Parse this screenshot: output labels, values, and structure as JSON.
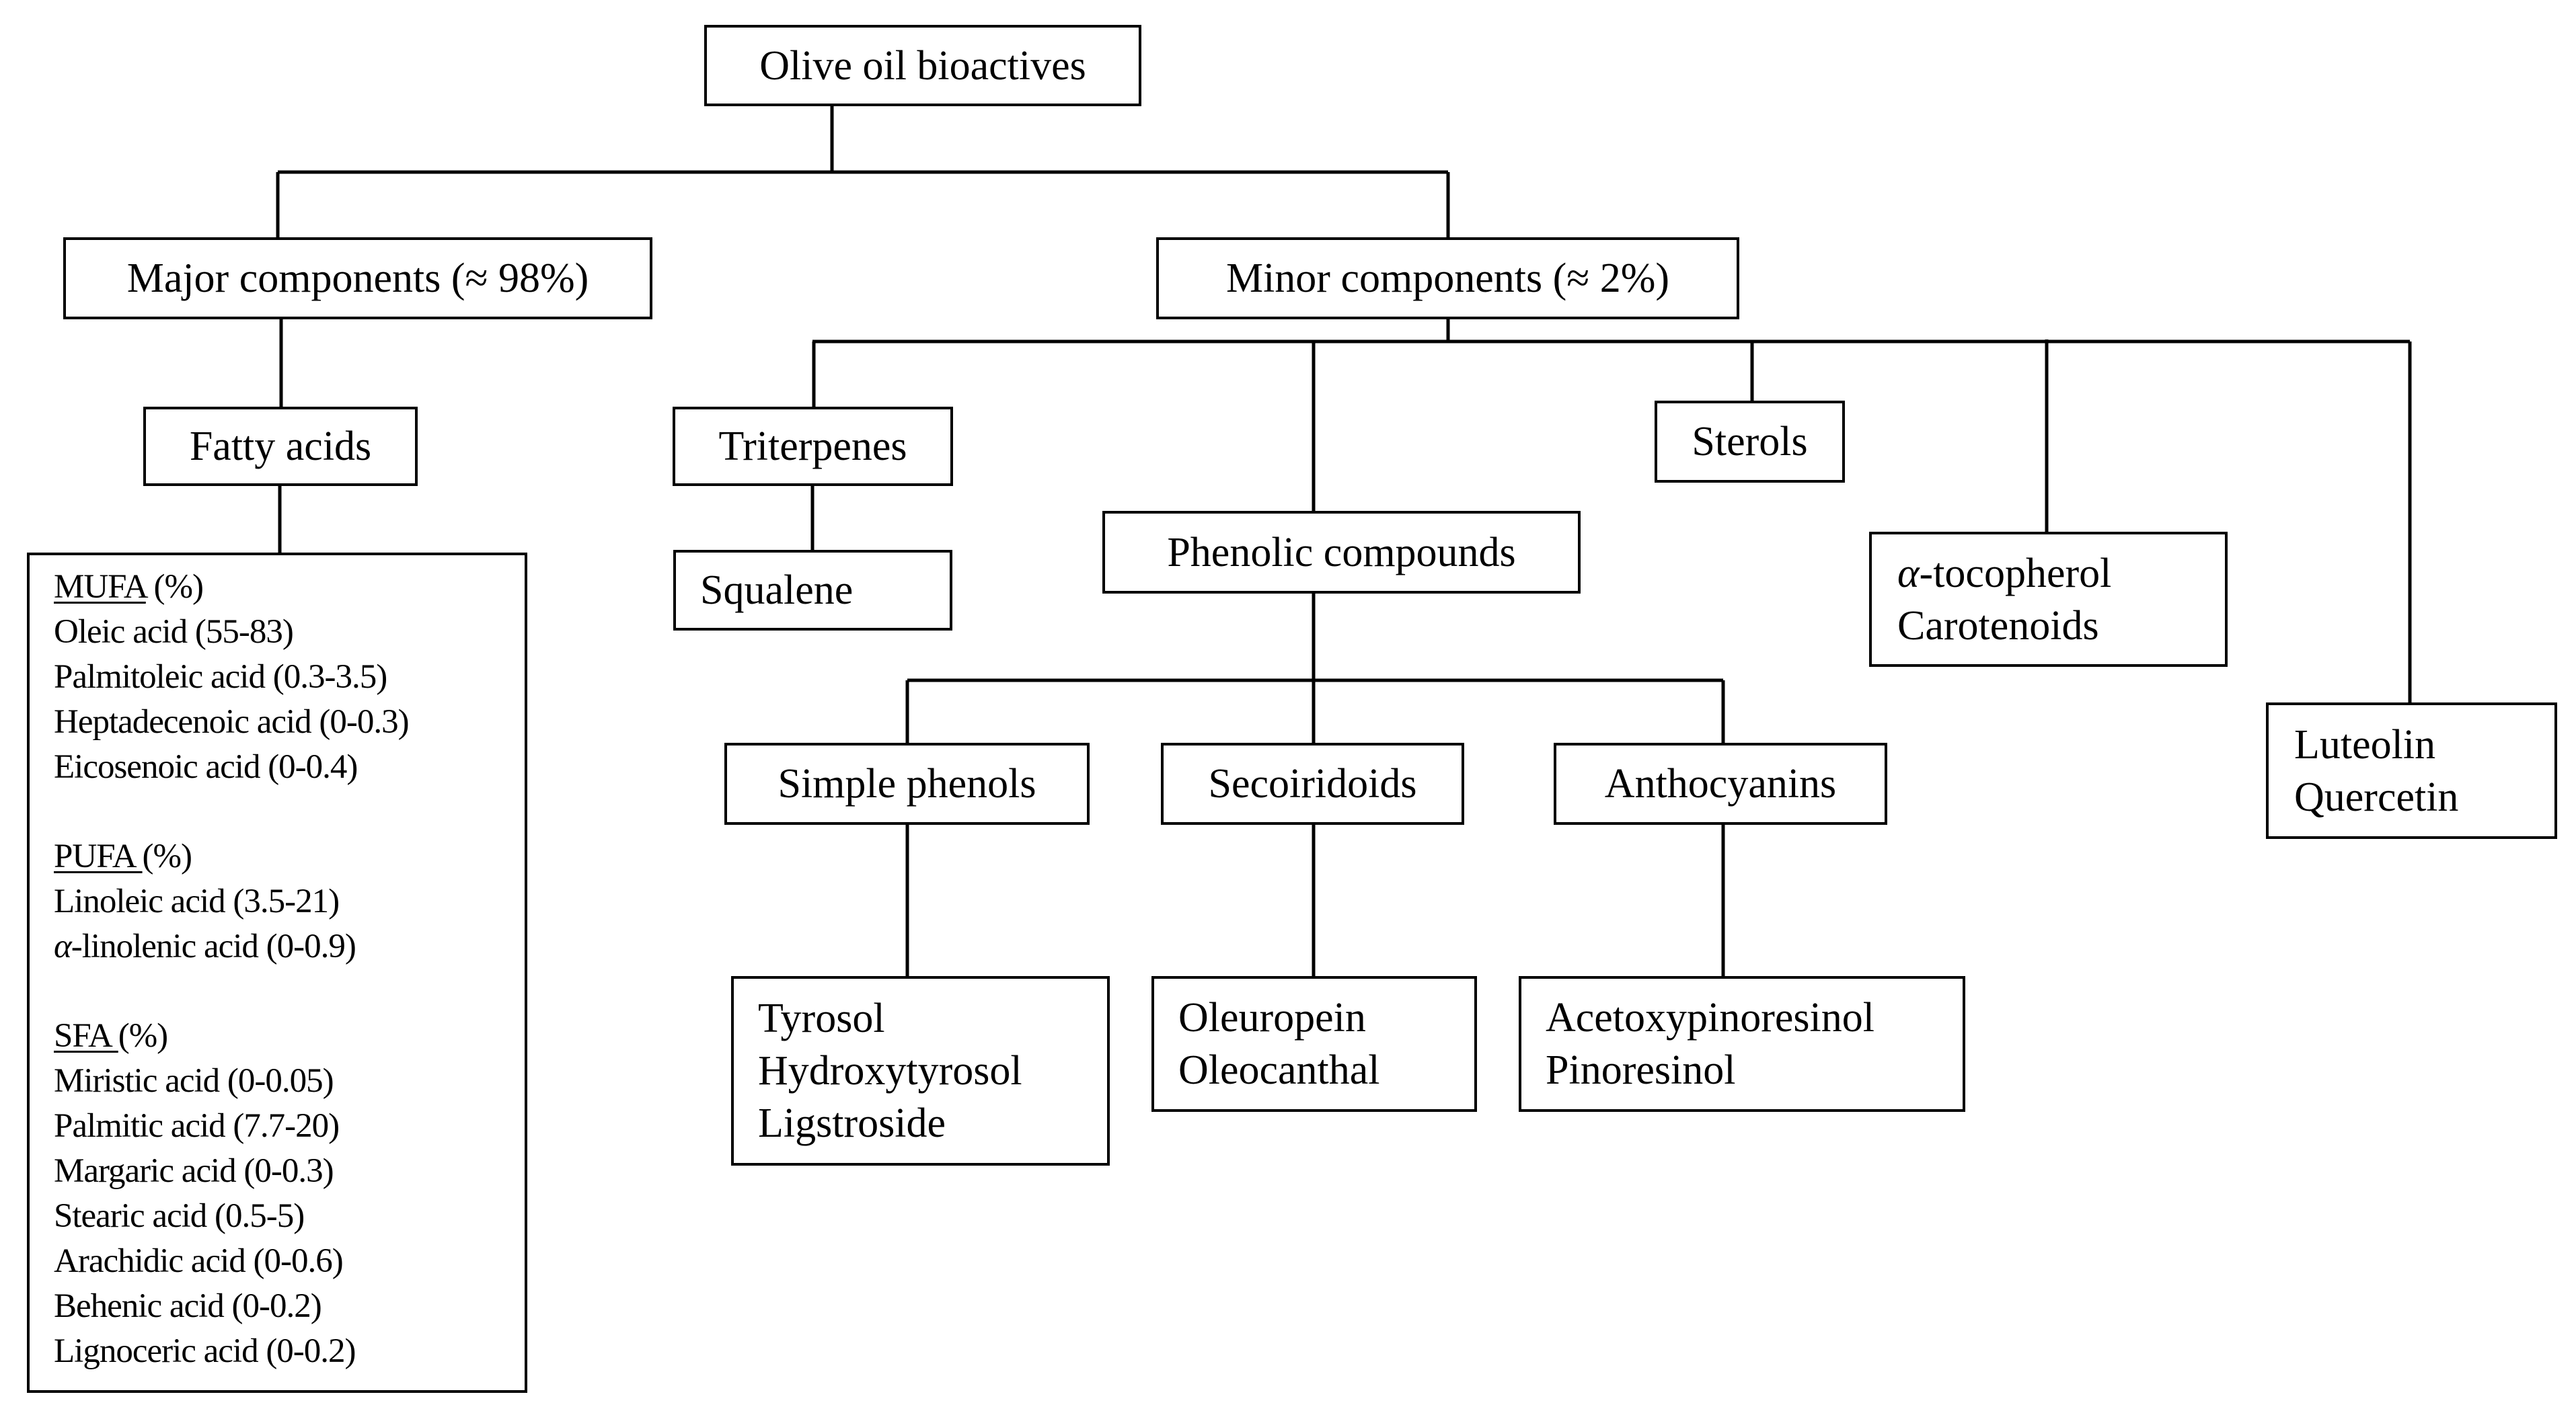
{
  "root": {
    "label": "Olive oil bioactives"
  },
  "major": {
    "label": "Major components (≈ 98%)",
    "fatty_acids": {
      "label": "Fatty acids",
      "mufa": {
        "heading": "MUFA",
        "unit": " (%)",
        "items": [
          "Oleic acid (55-83)",
          "Palmitoleic acid (0.3-3.5)",
          "Heptadecenoic acid (0-0.3)",
          "Eicosenoic acid (0-0.4)"
        ]
      },
      "pufa": {
        "heading": "PUFA ",
        "unit": "(%)",
        "items": [
          "Linoleic acid (3.5-21)"
        ],
        "alpha_item": {
          "symbol": "α",
          "text": "-linolenic acid (0-0.9)"
        }
      },
      "sfa": {
        "heading": "SFA ",
        "unit": "(%)",
        "items": [
          "Miristic acid (0-0.05)",
          "Palmitic acid (7.7-20)",
          "Margaric acid (0-0.3)",
          "Stearic acid (0.5-5)",
          "Arachidic acid (0-0.6)",
          "Behenic acid (0-0.2)",
          "Lignoceric acid (0-0.2)"
        ]
      }
    }
  },
  "minor": {
    "label": "Minor components (≈ 2%)",
    "triterpenes": {
      "label": "Triterpenes",
      "child": "Squalene"
    },
    "phenolic": {
      "label": "Phenolic compounds",
      "simple_phenols": {
        "label": "Simple phenols",
        "items": [
          "Tyrosol",
          "Hydroxytyrosol",
          "Ligstroside"
        ]
      },
      "secoiridoids": {
        "label": "Secoiridoids",
        "items": [
          "Oleuropein",
          "Oleocanthal"
        ]
      },
      "anthocyanins": {
        "label": "Anthocyanins",
        "items": [
          "Acetoxypinoresinol",
          "Pinoresinol"
        ]
      }
    },
    "sterols": {
      "label": "Sterols"
    },
    "tocopherol": {
      "symbol": "α",
      "text": "-tocopherol",
      "second": "Carotenoids"
    },
    "flavonoids": {
      "items": [
        "Luteolin",
        "Quercetin"
      ]
    }
  }
}
